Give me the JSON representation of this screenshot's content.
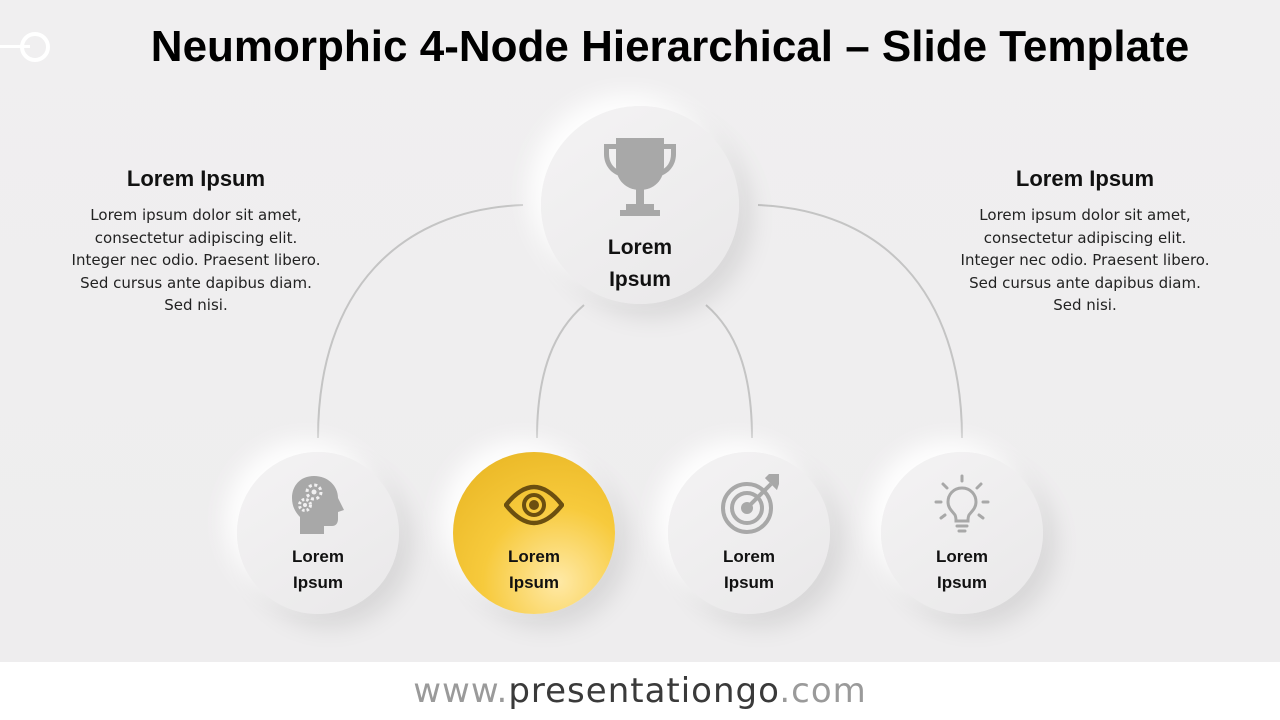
{
  "title": "Neumorphic 4-Node Hierarchical – Slide Template",
  "top_node": {
    "label": "Lorem\nIpsum",
    "icon": "trophy-icon"
  },
  "child_nodes": [
    {
      "label": "Lorem\nIpsum",
      "icon": "head-gears-icon"
    },
    {
      "label": "Lorem\nIpsum",
      "icon": "eye-icon",
      "highlight_color": "#f5c535"
    },
    {
      "label": "Lorem\nIpsum",
      "icon": "target-icon"
    },
    {
      "label": "Lorem\nIpsum",
      "icon": "lightbulb-icon"
    }
  ],
  "left_text": {
    "title": "Lorem Ipsum",
    "body": "Lorem ipsum dolor sit amet, consectetur adipiscing elit. Integer nec odio. Praesent libero. Sed cursus ante dapibus diam. Sed nisi."
  },
  "right_text": {
    "title": "Lorem Ipsum",
    "body": "Lorem ipsum dolor sit amet, consectetur adipiscing elit. Integer nec odio. Praesent libero. Sed cursus ante dapibus diam. Sed nisi."
  },
  "footer": {
    "prefix": "www.",
    "domain": "presentationgo",
    "suffix": ".com"
  },
  "colors": {
    "background": "#efeeef",
    "icon_gray": "#a8a8a8",
    "connector": "#c4c4c4",
    "accent_gold": "#f5c535"
  }
}
